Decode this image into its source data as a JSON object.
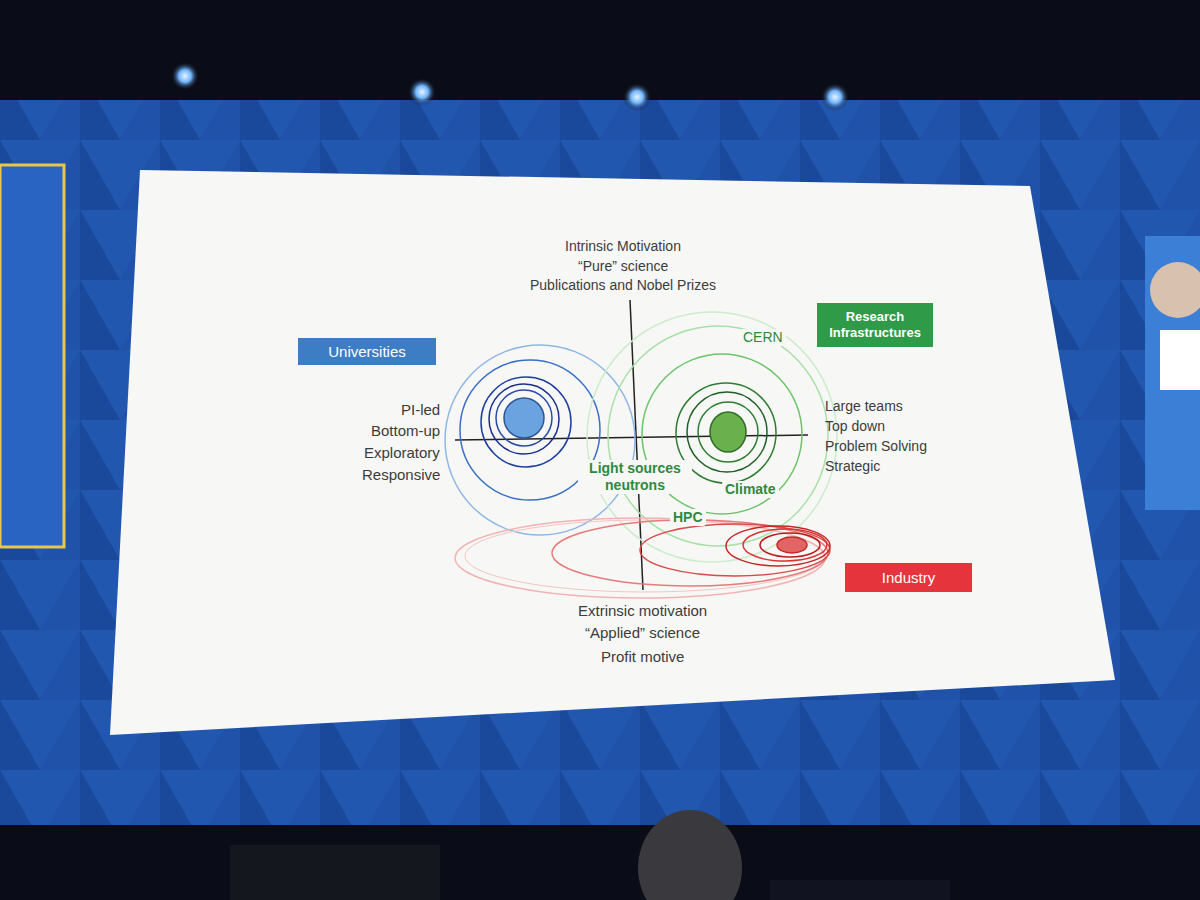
{
  "diagram": {
    "nodes": [
      {
        "text": [
          "Universities"
        ]
      },
      {
        "text": [
          "Research Infrastructures"
        ]
      },
      {
        "text": [
          "Industry"
        ]
      }
    ],
    "labels": [
      "Intrinsic Motivation",
      "“Pure” science",
      "Publications and Nobel Prizes",
      "PI-led",
      "Bottom-up",
      "Exploratory",
      "Responsive",
      "Large teams",
      "Top down",
      "Problem Solving",
      "Strategic",
      "CERN",
      "Light sources neutrons",
      "Climate",
      "HPC",
      "Extrinsic motivation",
      "“Applied” science",
      "Profit motive"
    ]
  }
}
